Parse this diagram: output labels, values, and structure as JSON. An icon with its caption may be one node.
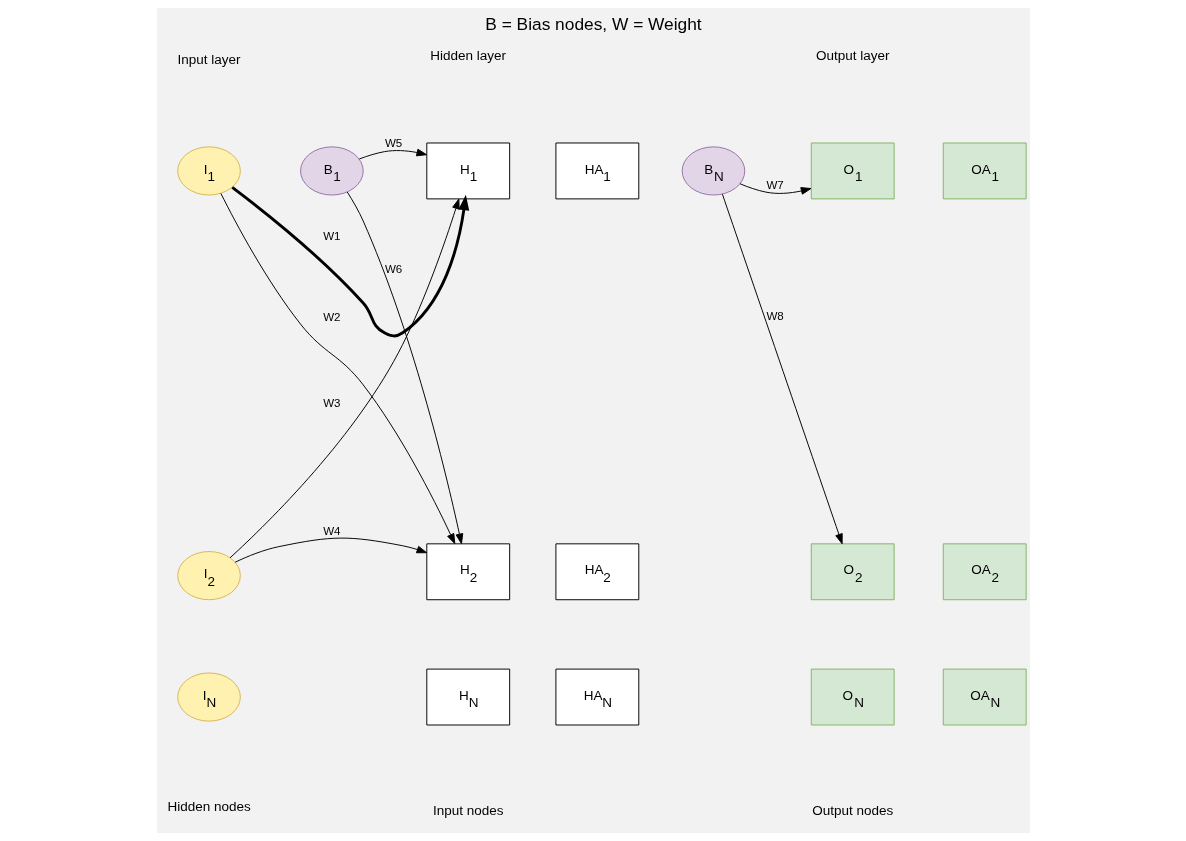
{
  "diagram": {
    "title": "B = Bias nodes, W = Weight",
    "nodes": [
      {
        "text": [
          "B$_{1}$"
        ]
      },
      {
        "text": [
          "B$_{N}$"
        ]
      },
      {
        "text": [
          "I$_{1}$"
        ]
      },
      {
        "text": [
          "H$_{1}$"
        ]
      },
      {
        "text": [
          "HA$_{1}$"
        ]
      },
      {
        "text": [
          "O$_{1}$"
        ]
      },
      {
        "text": [
          "OA$_{1}$"
        ]
      },
      {
        "text": [
          "I$_{2}$"
        ]
      },
      {
        "text": [
          "H$_{2}$"
        ]
      },
      {
        "text": [
          "HA$_{2}$"
        ]
      },
      {
        "text": [
          "O$_{2}$"
        ]
      },
      {
        "text": [
          "OA$_{2}$"
        ]
      },
      {
        "text": [
          "I$_{N}$"
        ]
      },
      {
        "text": [
          "H$_{N}$"
        ]
      },
      {
        "text": [
          "HA$_{N}$"
        ]
      },
      {
        "text": [
          "O$_{N}$"
        ]
      },
      {
        "text": [
          "OA$_{N}$"
        ]
      }
    ],
    "edges": [
      {
        "from": 2,
        "to": 3,
        "arrow": "to",
        "label": "W1",
        "style": "thick"
      },
      {
        "from": 2,
        "to": 8,
        "arrow": "to",
        "label": "W2"
      },
      {
        "from": 7,
        "to": 3,
        "arrow": "to",
        "label": "W3"
      },
      {
        "from": 7,
        "to": 8,
        "arrow": "to",
        "label": "W4"
      },
      {
        "from": 0,
        "to": 3,
        "arrow": "to",
        "label": "W5"
      },
      {
        "from": 0,
        "to": 8,
        "arrow": "to",
        "label": "W6"
      },
      {
        "from": 1,
        "to": 5,
        "arrow": "to",
        "label": "W7"
      },
      {
        "from": 1,
        "to": 10,
        "arrow": "to",
        "label": "W8"
      }
    ],
    "labels": [
      "Input layer",
      "Hidden layer",
      "Output layer",
      "Hidden nodes",
      "Input nodes",
      "Output nodes"
    ]
  }
}
